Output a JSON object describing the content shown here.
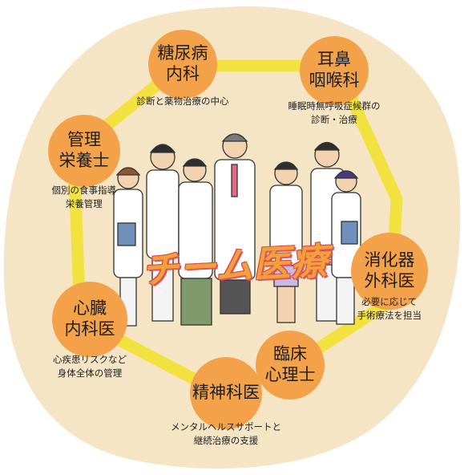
{
  "colors": {
    "background_blob": "#f6e5c5",
    "ring": "#f2e23f",
    "node_fill": "#f3a24a",
    "title_fill": "#f2a03a",
    "title_outline": "#d94451"
  },
  "center": {
    "title": "チーム医療"
  },
  "nodes": [
    {
      "key": "diabetes",
      "label_lines": [
        "糖尿病",
        "内科"
      ],
      "desc_lines": [
        "診断と薬物治療の中心"
      ]
    },
    {
      "key": "ent",
      "label_lines": [
        "耳鼻",
        "咽喉科"
      ],
      "desc_lines": [
        "睡眠時無呼吸症候群の",
        "診断・治療"
      ]
    },
    {
      "key": "dietitian",
      "label_lines": [
        "管理",
        "栄養士"
      ],
      "desc_lines": [
        "個別の食事指導",
        "栄養管理"
      ]
    },
    {
      "key": "gi_surgery",
      "label_lines": [
        "消化器",
        "外科医"
      ],
      "desc_lines": [
        "必要に応じて",
        "手術療法を担当"
      ]
    },
    {
      "key": "cardiology",
      "label_lines": [
        "心臓",
        "内科医"
      ],
      "desc_lines": [
        "心疾患リスクなど",
        "身体全体の管理"
      ]
    },
    {
      "key": "psychologist",
      "label_lines": [
        "臨床",
        "心理士"
      ],
      "desc_lines": []
    },
    {
      "key": "psychiatry",
      "label_lines": [
        "精神科医"
      ],
      "desc_lines": [
        "メンタルヘルスサポートと",
        "継続治療の支援"
      ]
    }
  ]
}
